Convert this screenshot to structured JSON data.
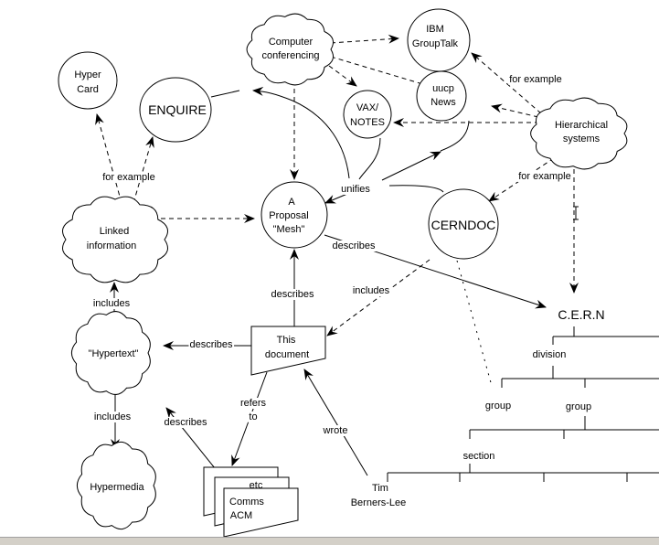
{
  "nodes": {
    "hypercard": [
      "Hyper",
      "Card"
    ],
    "enquire": "ENQUIRE",
    "computer_conferencing": [
      "Computer",
      "conferencing"
    ],
    "ibm_grouptalk": [
      "IBM",
      "GroupTalk"
    ],
    "uucp_news": [
      "uucp",
      "News"
    ],
    "vax_notes": [
      "VAX/",
      "NOTES"
    ],
    "hierarchical_systems": [
      "Hierarchical",
      "systems"
    ],
    "mesh": [
      "A",
      "Proposal",
      "\"Mesh\""
    ],
    "linked_information": [
      "Linked",
      "information"
    ],
    "cerndoc": "CERNDOC",
    "cern": "C.E.R.N",
    "hypertext": "\"Hypertext\"",
    "this_document": [
      "This",
      "document"
    ],
    "hypermedia": "Hypermedia",
    "docs": [
      "etc",
      "Comms",
      "ACM"
    ],
    "author": [
      "Tim",
      "Berners-Lee"
    ],
    "division": "division",
    "group1": "group",
    "group2": "group",
    "section": "section"
  },
  "edge_labels": {
    "for_example_hier_top": "for example",
    "for_example_hier_bottom": "for example",
    "for_example_linked": "for example",
    "unifies": "unifies",
    "describes_mesh_cern": "describes",
    "includes_cerndoc": "includes",
    "describes_doc_mesh": "describes",
    "describes_doc_hypertext": "describes",
    "includes_linked": "includes",
    "includes_hypermedia": "includes",
    "describes_docs_hypertext": "describes",
    "refers_to": [
      "refers",
      "to"
    ],
    "wrote": "wrote"
  }
}
